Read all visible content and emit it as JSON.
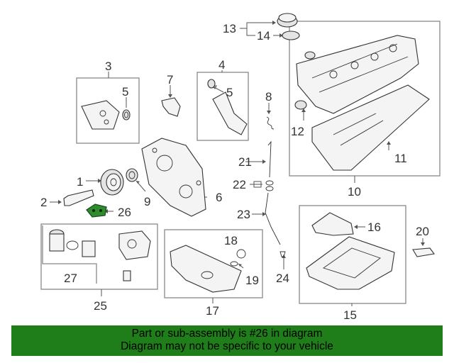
{
  "callouts": {
    "c1": "1",
    "c2": "2",
    "c3": "3",
    "c4": "4",
    "c5a": "5",
    "c5b": "5",
    "c6": "6",
    "c7": "7",
    "c8": "8",
    "c9": "9",
    "c10": "10",
    "c11": "11",
    "c12": "12",
    "c13": "13",
    "c14": "14",
    "c15": "15",
    "c16": "16",
    "c17": "17",
    "c18": "18",
    "c19": "19",
    "c20": "20",
    "c21": "21",
    "c22": "22",
    "c23": "23",
    "c24": "24",
    "c25": "25",
    "c26": "26",
    "c27": "27"
  },
  "highlight": {
    "part_number": "26",
    "color": "#2e8b2e"
  },
  "banner": {
    "line1": "Part or sub-assembly is #26 in diagram",
    "line2": "Diagram may not be specific to your vehicle",
    "background": "#207e1a"
  }
}
